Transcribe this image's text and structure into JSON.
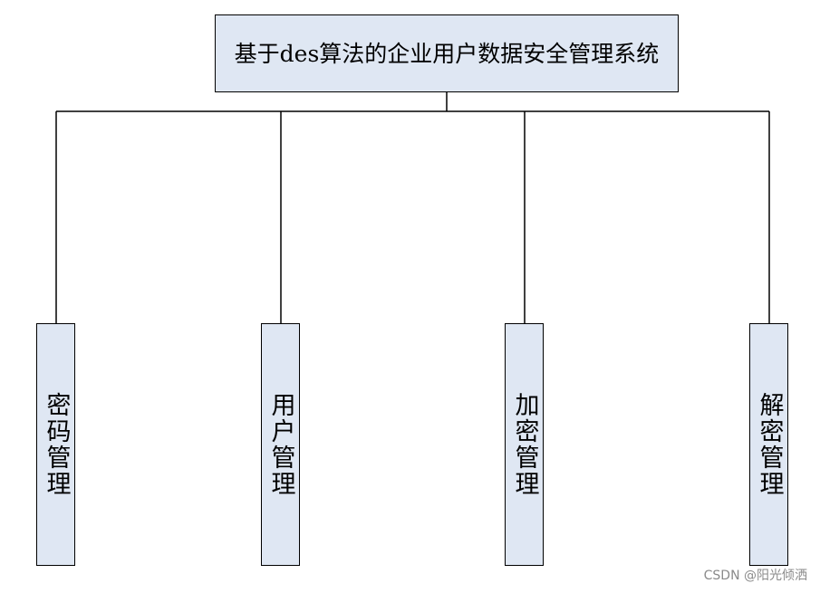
{
  "diagram": {
    "root": {
      "label": "基于des算法的企业用户数据安全管理系统"
    },
    "children": [
      {
        "label": "密码管理"
      },
      {
        "label": "用户管理"
      },
      {
        "label": "加密管理"
      },
      {
        "label": "解密管理"
      }
    ]
  },
  "watermark": "CSDN @阳光倾洒",
  "colors": {
    "box_fill": "#dfe7f3",
    "line": "#000000",
    "watermark": "#8a8a8a"
  }
}
